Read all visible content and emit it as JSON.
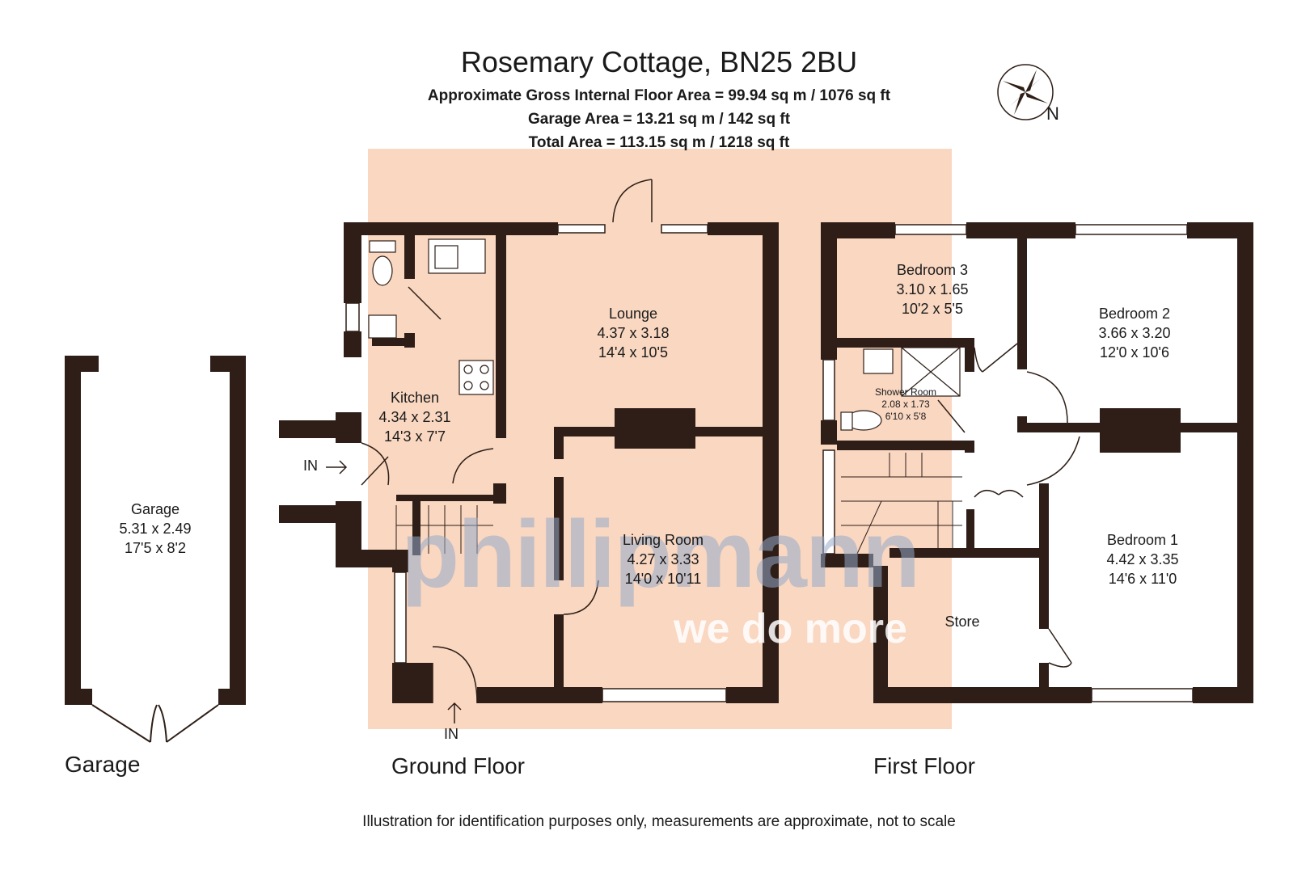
{
  "header": {
    "title": "Rosemary Cottage, BN25 2BU",
    "gross_area": "Approximate Gross Internal Floor Area = 99.94 sq m / 1076 sq ft",
    "garage_area": "Garage Area = 13.21 sq m / 142 sq ft",
    "total_area": "Total Area = 113.15 sq m / 1218 sq ft"
  },
  "compass": {
    "label": "N"
  },
  "floors": {
    "garage": "Garage",
    "ground": "Ground Floor",
    "first": "First Floor"
  },
  "rooms": {
    "garage": {
      "name": "Garage",
      "metric": "5.31 x 2.49",
      "imperial": "17'5 x 8'2"
    },
    "kitchen": {
      "name": "Kitchen",
      "metric": "4.34 x 2.31",
      "imperial": "14'3 x 7'7"
    },
    "lounge": {
      "name": "Lounge",
      "metric": "4.37 x 3.18",
      "imperial": "14'4 x 10'5"
    },
    "living_room": {
      "name": "Living Room",
      "metric": "4.27 x 3.33",
      "imperial": "14'0 x 10'11"
    },
    "bedroom3": {
      "name": "Bedroom 3",
      "metric": "3.10 x 1.65",
      "imperial": "10'2 x 5'5"
    },
    "shower_room": {
      "name": "Shower Room",
      "metric": "2.08 x 1.73",
      "imperial": "6'10 x 5'8"
    },
    "bedroom2": {
      "name": "Bedroom 2",
      "metric": "3.66 x 3.20",
      "imperial": "12'0 x 10'6"
    },
    "bedroom1": {
      "name": "Bedroom 1",
      "metric": "4.42 x 3.35",
      "imperial": "14'6 x 11'0"
    },
    "store": {
      "name": "Store"
    }
  },
  "entrances": {
    "side": "IN",
    "front": "IN"
  },
  "watermark": {
    "brand": "phillipmann",
    "tagline": "we do more"
  },
  "colors": {
    "wall": "#2e1e17",
    "highlight": "#f9d7c1",
    "window": "#ffffff"
  },
  "footer": {
    "disclaimer": "Illustration for identification purposes only, measurements are approximate, not to scale"
  }
}
